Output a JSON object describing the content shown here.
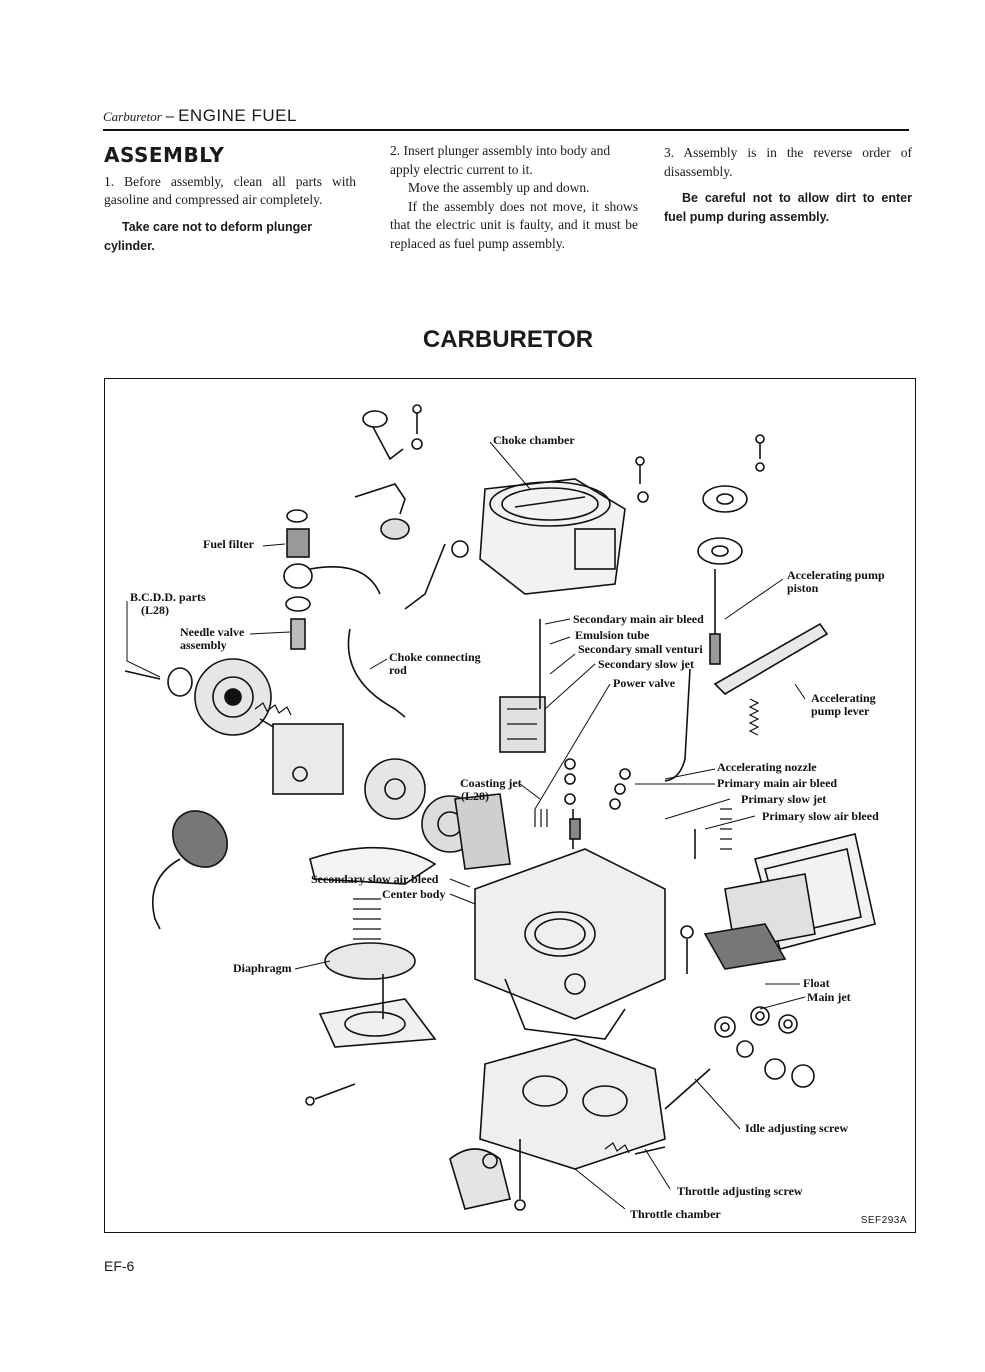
{
  "header": {
    "section": "Carburetor",
    "dash": "–",
    "chapter": "ENGINE FUEL"
  },
  "assembly": {
    "heading": "ASSEMBLY",
    "step1": "1. Before assembly, clean all parts with gasoline and compressed air completely.",
    "caution1": "Take care not to deform plunger cylinder.",
    "step2": "2. Insert plunger assembly into body and apply electric current to it.",
    "step2b": "Move the assembly up and down.",
    "step2c": "If the assembly does not move, it shows that the electric unit is faulty, and it must be replaced as fuel pump assembly.",
    "step3": "3. Assembly is in the reverse order of disassembly.",
    "caution3": "Be careful not to allow dirt to enter fuel pump during assembly."
  },
  "figure": {
    "title": "CARBURETOR",
    "code": "SEF293A",
    "labels": {
      "choke_chamber": "Choke chamber",
      "fuel_filter": "Fuel filter",
      "bcdd_parts": "B.C.D.D. parts",
      "bcdd_l28": "(L28)",
      "needle_valve": "Needle valve",
      "needle_valve2": "assembly",
      "choke_rod": "Choke connecting",
      "choke_rod2": "rod",
      "accel_piston": "Accelerating pump",
      "accel_piston2": "piston",
      "sec_main_air_bleed": "Secondary main air bleed",
      "emulsion_tube": "Emulsion tube",
      "sec_small_venturi": "Secondary small venturi",
      "sec_slow_jet": "Secondary slow jet",
      "power_valve": "Power valve",
      "accel_lever": "Accelerating",
      "accel_lever2": "pump lever",
      "accel_nozzle": "Accelerating nozzle",
      "coasting_jet": "Coasting jet",
      "coasting_l28": "(L28)",
      "pri_main_air_bleed": "Primary main air bleed",
      "pri_slow_jet": "Primary slow jet",
      "pri_slow_air_bleed": "Primary slow air bleed",
      "sec_slow_air_bleed": "Secondary slow air bleed",
      "center_body": "Center body",
      "diaphragm": "Diaphragm",
      "float": "Float",
      "main_jet": "Main jet",
      "idle_screw": "Idle adjusting screw",
      "throttle_screw": "Throttle adjusting screw",
      "throttle_chamber": "Throttle chamber"
    }
  },
  "page_number": "EF-6"
}
